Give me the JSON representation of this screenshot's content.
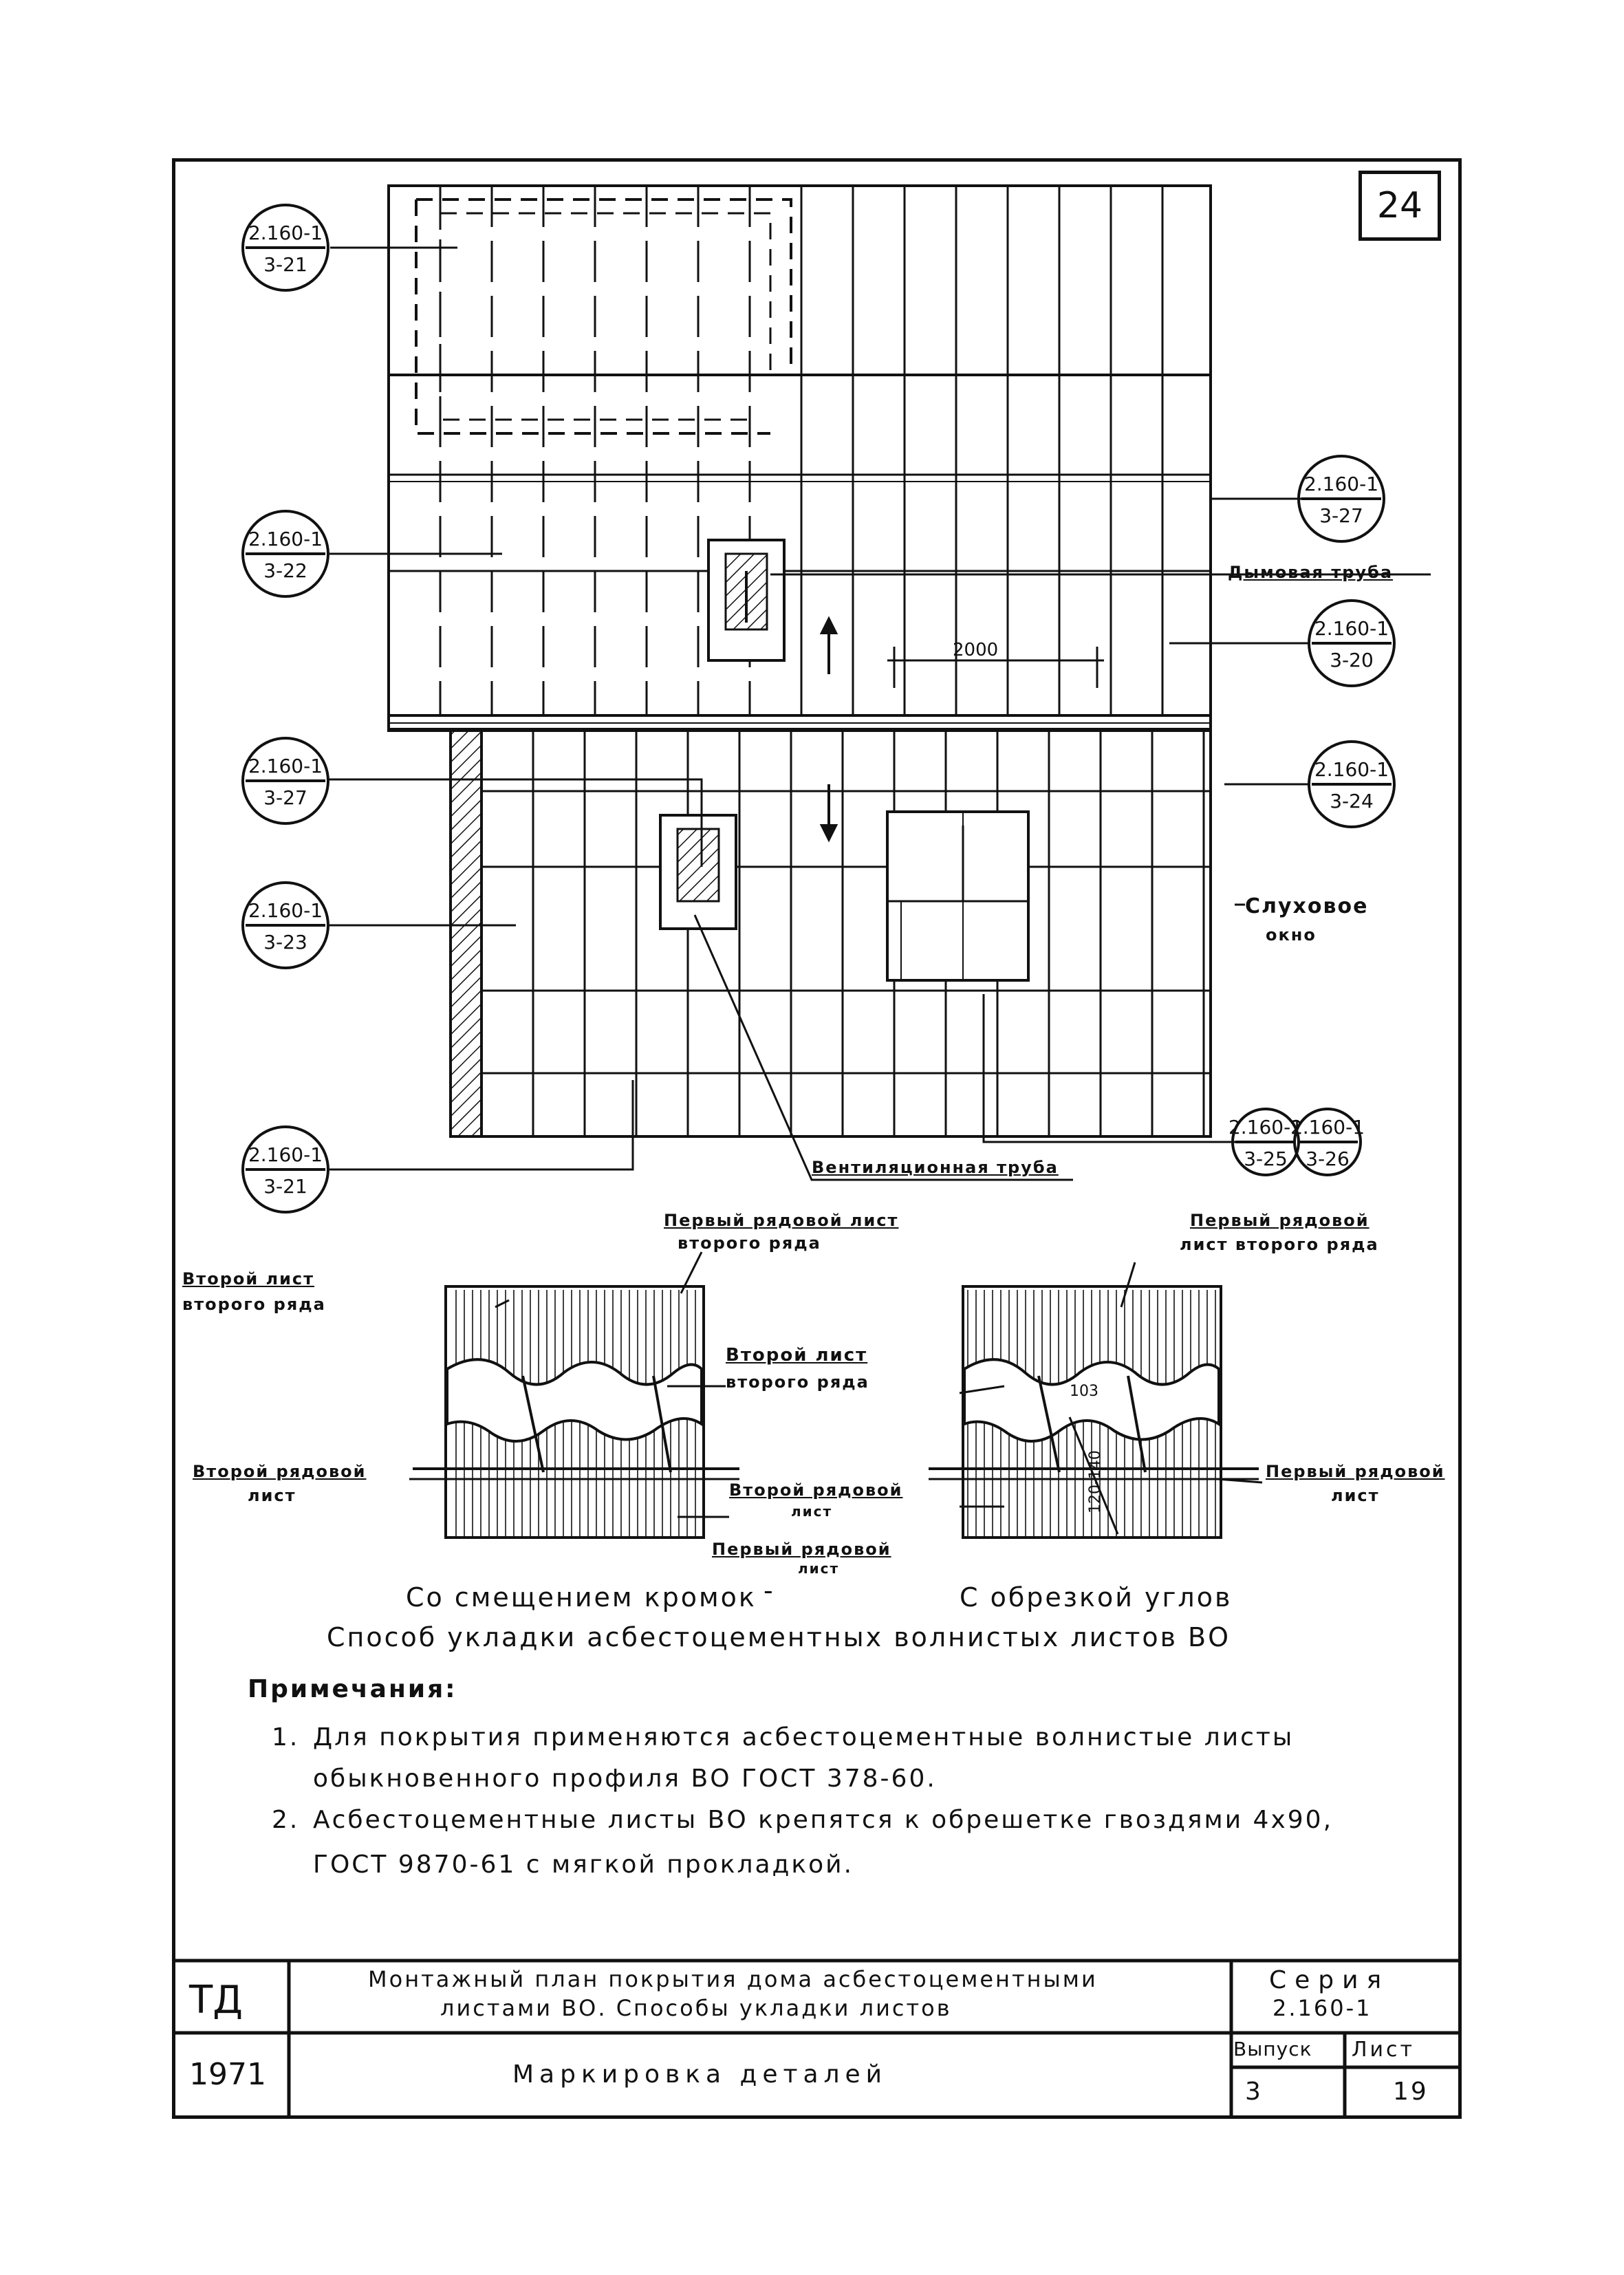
{
  "sheet_number": "24",
  "callouts": [
    {
      "top": "2.160-1",
      "bottom": "3-21"
    },
    {
      "top": "2.160-1",
      "bottom": "3-22"
    },
    {
      "top": "2.160-1",
      "bottom": "3-27"
    },
    {
      "top": "2.160-1",
      "bottom": "3-23"
    },
    {
      "top": "2.160-1",
      "bottom": "3-21"
    },
    {
      "top": "2.160-1",
      "bottom": "3-27"
    },
    {
      "top": "2.160-1",
      "bottom": "3-20"
    },
    {
      "top": "2.160-1",
      "bottom": "3-24"
    },
    {
      "top": "2.160-1",
      "bottom": "3-25"
    },
    {
      "top": "2.160-1",
      "bottom": "3-26"
    }
  ],
  "plan": {
    "chimney_label": "Дымовая труба",
    "dimension": "2000",
    "dormer_label_1": "Слуховое",
    "dormer_label_2": "окно",
    "vent_label": "Вентиляционная труба"
  },
  "details": {
    "left": {
      "first_sheet_second_row_1": "Первый рядовой лист",
      "first_sheet_second_row_2": "второго ряда",
      "second_sheet_second_row_1": "Второй лист",
      "second_sheet_second_row_2": "второго ряда",
      "second_ordinary_1": "Второй рядовой",
      "second_ordinary_2": "лист",
      "caption": "Со смещением кромок"
    },
    "middle": {
      "second_sheet_1": "Второй лист",
      "second_sheet_2": "второго ряда",
      "second_ordinary_1": "Второй рядовой",
      "second_ordinary_2": "лист",
      "first_ordinary_1": "Первый рядовой",
      "first_ordinary_2": "лист"
    },
    "right": {
      "first_ordinary_second_row_1": "Первый рядовой",
      "first_ordinary_second_row_2": "лист второго ряда",
      "first_ordinary_1": "Первый рядовой",
      "first_ordinary_2": "лист",
      "dim_103": "103",
      "dim_range": "120-140",
      "caption": "С обрезкой углов"
    },
    "dash": "-",
    "method_title": "Способ укладки асбестоцементных волнистых листов ВО"
  },
  "notes": {
    "heading": "Примечания:",
    "items": [
      {
        "num": "1.",
        "line1": "Для покрытия применяются асбестоцементные волнистые листы",
        "line2": "обыкновенного профиля ВО ГОСТ 378-60."
      },
      {
        "num": "2.",
        "line1": "Асбестоцементные листы ВО крепятся к обрешетке гвоздями 4х90,",
        "line2": "ГОСТ 9870-61 с мягкой прокладкой."
      }
    ]
  },
  "title_block": {
    "code": "ТД",
    "year": "1971",
    "title_line1": "Монтажный план покрытия дома асбестоцементными",
    "title_line2": "листами ВО. Способы укладки листов",
    "subtitle": "Маркировка деталей",
    "series_label": "Серия",
    "series_value": "2.160-1",
    "issue_label": "Выпуск",
    "issue_value": "3",
    "sheet_label": "Лист",
    "sheet_value": "19"
  }
}
